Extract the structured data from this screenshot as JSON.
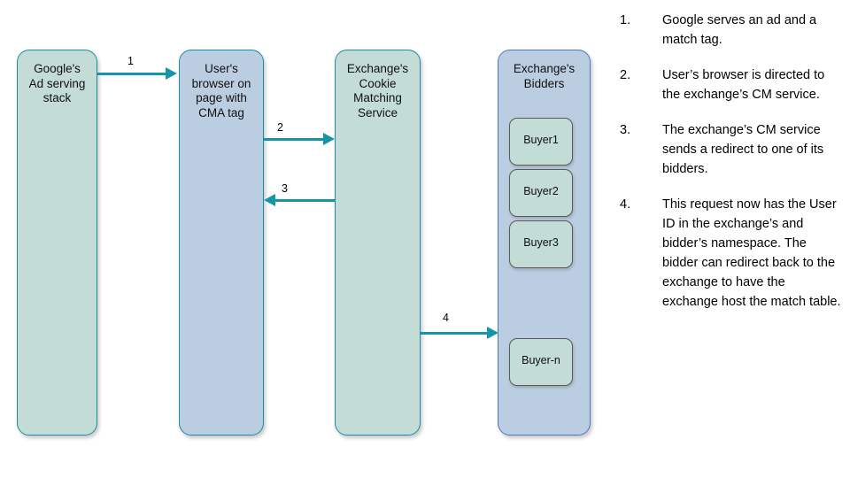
{
  "diagram": {
    "nodes": [
      {
        "id": "google",
        "label": "Google's\nAd serving\nstack",
        "fill": "#c3dcd6",
        "stroke": "#1b8ea3"
      },
      {
        "id": "user",
        "label": "User's\nbrowser on\npage with\nCMA tag",
        "fill": "#bbcde0",
        "stroke": "#1b8ea3"
      },
      {
        "id": "cms",
        "label": "Exchange's\nCookie\nMatching\nService",
        "fill": "#c3dcd6",
        "stroke": "#1b8ea3"
      },
      {
        "id": "bidders",
        "label": "Exchange's\nBidders",
        "fill": "#bbcde0",
        "stroke": "#4a7bbd"
      }
    ],
    "buyers": [
      {
        "id": "buyer-1",
        "label": "Buyer1"
      },
      {
        "id": "buyer-2",
        "label": "Buyer2"
      },
      {
        "id": "buyer-3",
        "label": "Buyer3"
      },
      {
        "id": "buyer-n",
        "label": "Buyer-n"
      }
    ],
    "arrows": [
      {
        "id": "arrow-1",
        "number": "1",
        "direction": "right",
        "from": "google",
        "to": "user"
      },
      {
        "id": "arrow-2",
        "number": "2",
        "direction": "right",
        "from": "user",
        "to": "cms"
      },
      {
        "id": "arrow-3",
        "number": "3",
        "direction": "left",
        "from": "cms",
        "to": "user"
      },
      {
        "id": "arrow-4",
        "number": "4",
        "direction": "right",
        "from": "cms",
        "to": "bidders"
      }
    ],
    "arrow_color": "#1496a8"
  },
  "legend": {
    "items": [
      {
        "number": "1.",
        "text": "Google serves an ad and a match tag."
      },
      {
        "number": "2.",
        "text": "User’s browser is directed to the exchange’s CM service."
      },
      {
        "number": "3.",
        "text": "The exchange’s CM service sends a redirect to one of its bidders."
      },
      {
        "number": "4.",
        "text": "This request now has the User ID in the exchange’s and bidder’s namespace. The bidder can redirect back to the exchange to have the exchange host the match table."
      }
    ]
  }
}
